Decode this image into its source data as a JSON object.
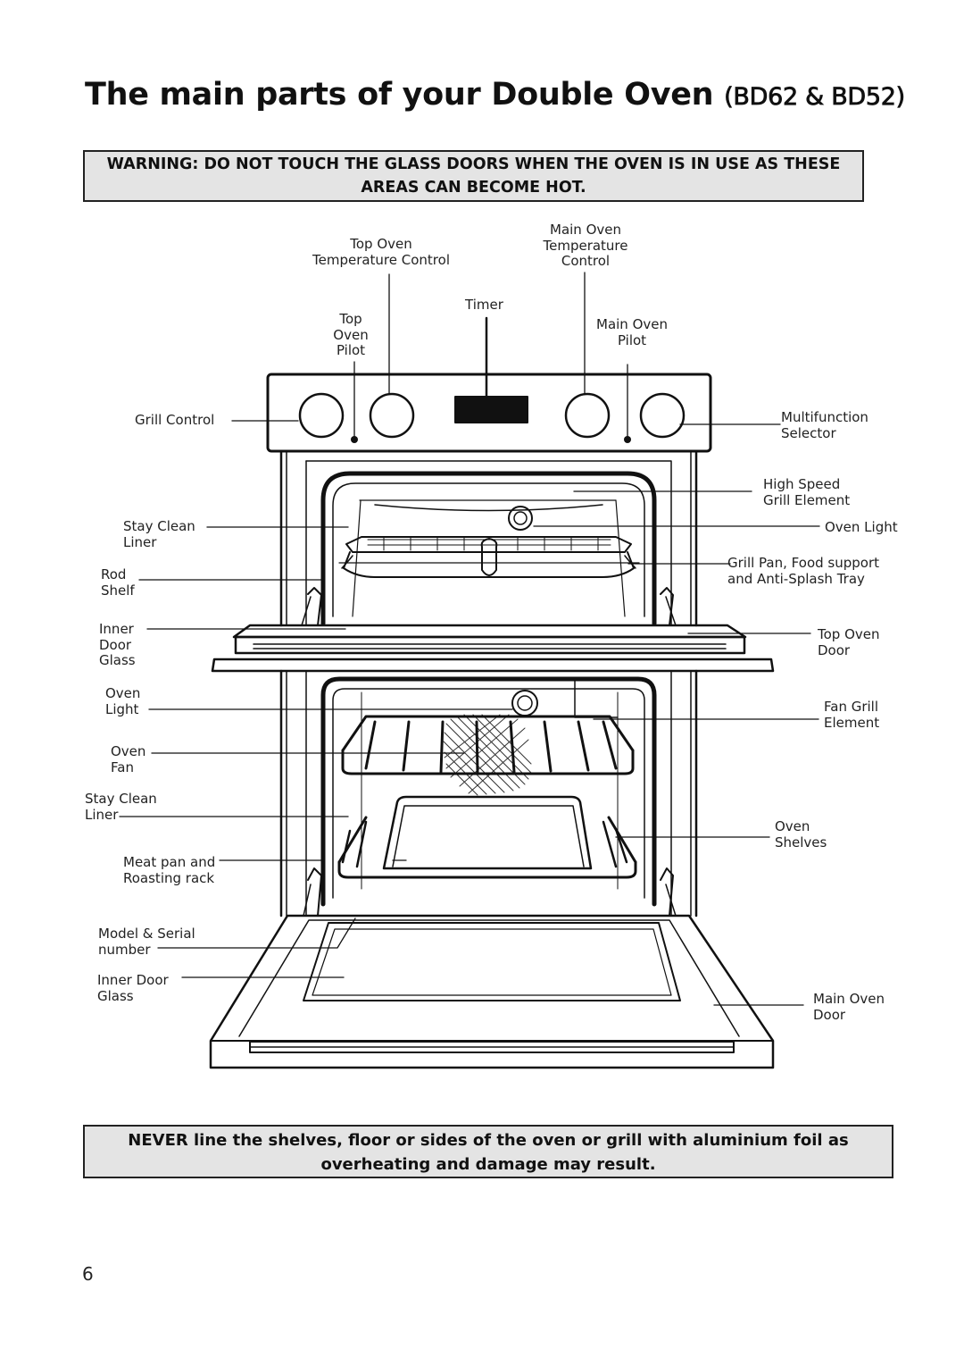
{
  "title": {
    "main": "The main parts of your Double Oven",
    "model": "(BD62 & BD52)"
  },
  "warning": {
    "line1": "WARNING: DO NOT TOUCH THE GLASS DOORS WHEN THE OVEN IS IN USE AS THESE",
    "line2": "AREAS CAN BECOME HOT."
  },
  "labels": {
    "top_oven_temp_control": "Top Oven\nTemperature Control",
    "main_oven_temp_control": "Main Oven\nTemperature\nControl",
    "timer": "Timer",
    "top_oven_pilot": "Top\nOven\nPilot",
    "main_oven_pilot": "Main Oven\nPilot",
    "grill_control": "Grill Control",
    "multifunction_selector": "Multifunction\nSelector",
    "high_speed_grill_element": "High Speed\nGrill Element",
    "stay_clean_liner_top": "Stay Clean\nLiner",
    "oven_light_top": "Oven Light",
    "rod_shelf": "Rod\nShelf",
    "grill_pan": "Grill Pan, Food support\nand Anti-Splash Tray",
    "inner_door_glass_top": "Inner\nDoor\nGlass",
    "top_oven_door": "Top Oven\nDoor",
    "oven_light_main": "Oven\nLight",
    "fan_grill_element": "Fan Grill\nElement",
    "oven_fan": "Oven\nFan",
    "stay_clean_liner_main": "Stay Clean\nLiner",
    "oven_shelves": "Oven\nShelves",
    "meat_pan": "Meat pan and\nRoasting rack",
    "model_serial": "Model & Serial\nnumber",
    "inner_door_glass_main": "Inner Door\nGlass",
    "main_oven_door": "Main Oven\nDoor"
  },
  "notice": {
    "line1": "NEVER line the shelves, floor or sides of the oven or grill with aluminium foil as",
    "line2": "overheating and damage may result."
  },
  "page_number": "6"
}
